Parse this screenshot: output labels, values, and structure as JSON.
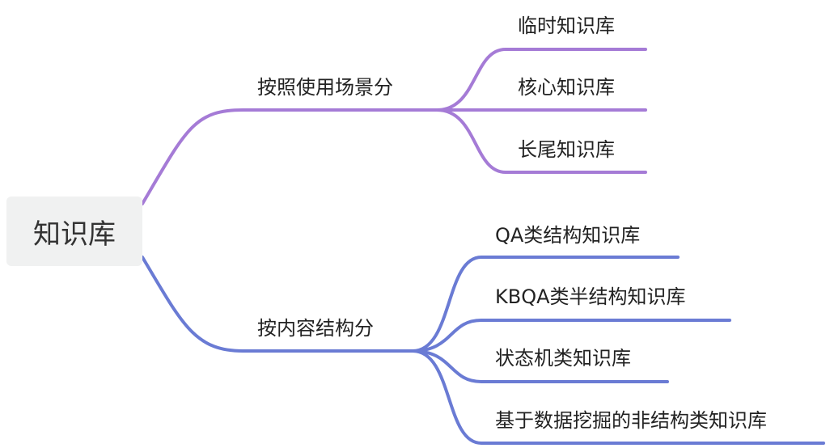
{
  "root": {
    "label": "知识库"
  },
  "branches": [
    {
      "label": "按照使用场景分",
      "color": "#a57bd6",
      "children": [
        {
          "label": "临时知识库"
        },
        {
          "label": "核心知识库"
        },
        {
          "label": "长尾知识库"
        }
      ]
    },
    {
      "label": "按内容结构分",
      "color": "#6a7bd4",
      "children": [
        {
          "label": "QA类结构知识库"
        },
        {
          "label": "KBQA类半结构知识库"
        },
        {
          "label": "状态机类知识库"
        },
        {
          "label": "基于数据挖掘的非结构类知识库"
        }
      ]
    }
  ]
}
